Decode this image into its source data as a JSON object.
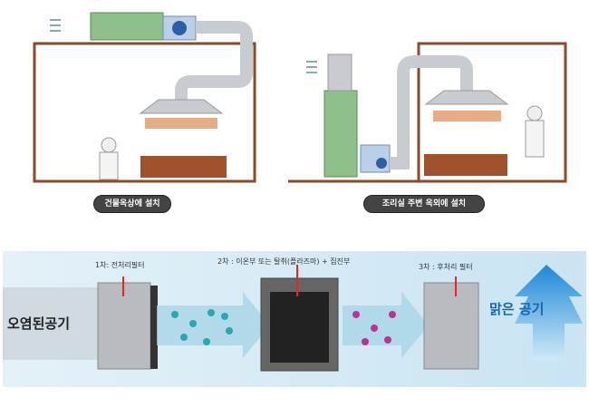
{
  "installations": [
    {
      "caption": "건물옥상에 설치"
    },
    {
      "caption": "조리실 주변 옥외에 설치"
    }
  ],
  "process": {
    "input_label": "오염된공기",
    "stage1": "1차: 전처리필터",
    "stage2": "2차 : 이온부 또는 탈취(플라즈마) + 집진부",
    "stage3": "3차 : 후처리 필터",
    "output_label": "맑은 공기"
  },
  "colors": {
    "wall": "#8b4a2a",
    "duct": "#c8ccd0",
    "unit": "#8fbf8a",
    "sky": "#cfe6f3",
    "arrow": "#2a8fd8"
  }
}
